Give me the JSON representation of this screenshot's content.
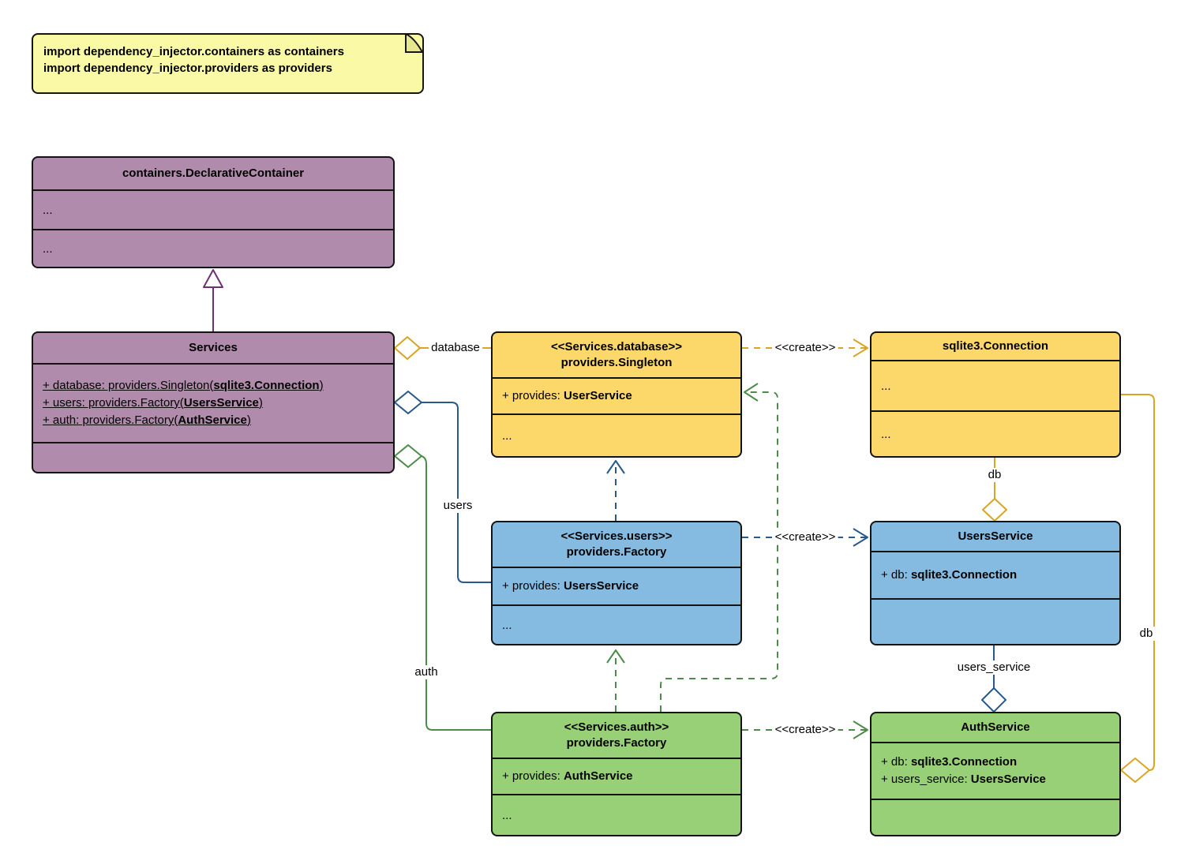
{
  "note": {
    "line1": "import dependency_injector.containers as containers",
    "line2": "import dependency_injector.providers as providers"
  },
  "classes": {
    "declarative_container": {
      "title": "containers.DeclarativeContainer",
      "section1": "...",
      "section2": "..."
    },
    "services": {
      "title": "Services",
      "attr1": {
        "pre": "+ database: providers.Singleton(",
        "bold": "sqlite3.Connection",
        "post": ")"
      },
      "attr2": {
        "pre": "+ users: providers.Factory(",
        "bold": "UsersService",
        "post": ")"
      },
      "attr3": {
        "pre": "+ auth: providers.Factory(",
        "bold": "AuthService",
        "post": ")"
      }
    },
    "database_singleton": {
      "stereotype": "<<Services.database>>",
      "title": "providers.Singleton",
      "attr": {
        "pre": "+ provides: ",
        "bold": "UserService"
      },
      "more": "..."
    },
    "sqlite3_connection": {
      "title": "sqlite3.Connection",
      "section1": "...",
      "section2": "..."
    },
    "users_factory": {
      "stereotype": "<<Services.users>>",
      "title": "providers.Factory",
      "attr": {
        "pre": "+ provides: ",
        "bold": "UsersService"
      },
      "more": "..."
    },
    "users_service": {
      "title": "UsersService",
      "attr": {
        "pre": "+ db: ",
        "bold": "sqlite3.Connection"
      }
    },
    "auth_factory": {
      "stereotype": "<<Services.auth>>",
      "title": "providers.Factory",
      "attr": {
        "pre": "+ provides: ",
        "bold": "AuthService"
      },
      "more": "..."
    },
    "auth_service": {
      "title": "AuthService",
      "attr1": {
        "pre": "+ db: ",
        "bold": "sqlite3.Connection"
      },
      "attr2": {
        "pre": "+ users_service: ",
        "bold": "UsersService"
      }
    }
  },
  "edges": {
    "database": {
      "label": "database"
    },
    "users": {
      "label": "users"
    },
    "auth": {
      "label": "auth"
    },
    "create_connection": {
      "label": "<<create>>"
    },
    "create_users_service": {
      "label": "<<create>>"
    },
    "create_auth_service": {
      "label": "<<create>>"
    },
    "connection_db": {
      "label": "db"
    },
    "users_service_link": {
      "label": "users_service"
    },
    "auth_db": {
      "label": "db"
    }
  },
  "colors": {
    "purple_fill": "#B18BAC",
    "purple_line": "#6E3171",
    "yellow_fill": "#FCD86B",
    "yellow_line": "#D9A522",
    "blue_fill": "#86BBE1",
    "blue_line": "#27598C",
    "green_fill": "#97D077",
    "green_line": "#4C8C49",
    "note_fill": "#FAFAA6",
    "border": "#141414"
  }
}
